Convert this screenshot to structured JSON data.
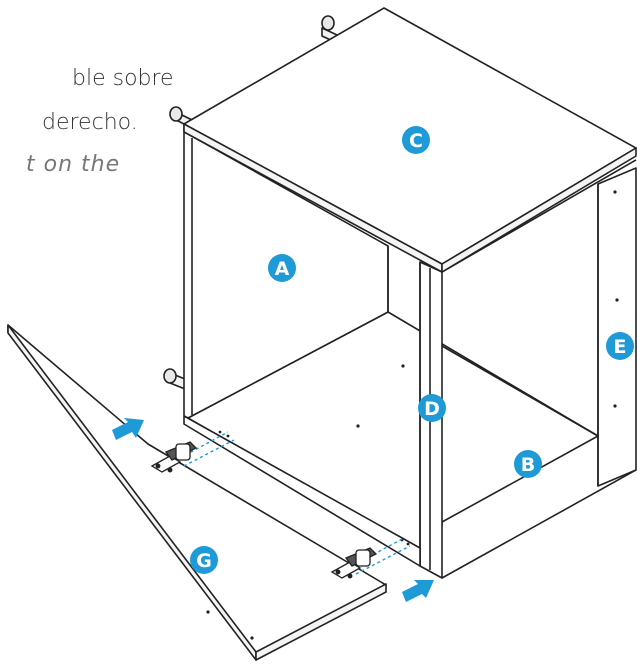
{
  "instructions": {
    "line1": "ble sobre",
    "line2": "derecho.",
    "line3": "t on the"
  },
  "labels": {
    "A": "A",
    "B": "B",
    "C": "C",
    "D": "D",
    "E": "E",
    "G": "G"
  },
  "colors": {
    "badge": "#1e9ad6",
    "arrow": "#1e9ad6",
    "guide": "#1e9ad6",
    "stroke": "#222222",
    "panel_fill": "#ffffff"
  }
}
